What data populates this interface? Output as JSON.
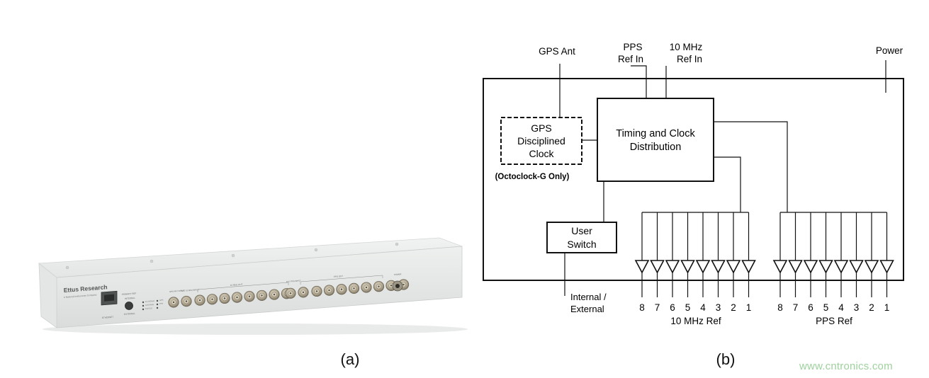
{
  "photo": {
    "caption": "(a)",
    "brand": "Ettus Research",
    "brand_sub": "A National Instruments Company",
    "label_ethernet": "ETHERNET",
    "label_primary_ref": "PRIMARY REF",
    "label_internal": "INTERNAL",
    "label_external": "EXTERNAL",
    "label_gps_ant": "GPS ANT INPUT",
    "label_ext_10mhz": "EXT 10 MHz INPUT",
    "label_10mhz_out": "10 MHz OUT",
    "label_ext_pps": "EXT PPS INPUT",
    "label_pps_out": "PPS OUT",
    "label_power": "POWER",
    "status_leds": [
      "EXTERNAL",
      "INTERNAL",
      "STATUS",
      "GPS",
      "PPS"
    ]
  },
  "diagram": {
    "caption": "(b)",
    "gps_ant": "GPS Ant",
    "pps_ref_in": [
      "PPS",
      "Ref In"
    ],
    "mhz_ref_in": [
      "10 MHz",
      "Ref In"
    ],
    "power": "Power",
    "gps_block": [
      "GPS",
      "Disciplined",
      "Clock"
    ],
    "gps_note": "(Octoclock-G Only)",
    "timing_block": [
      "Timing and Clock",
      "Distribution"
    ],
    "user_switch": [
      "User",
      "Switch"
    ],
    "internal_external": [
      "Internal /",
      "External"
    ],
    "channel_numbers": [
      "8",
      "7",
      "6",
      "5",
      "4",
      "3",
      "2",
      "1"
    ],
    "mhz_ref_label": "10 MHz Ref",
    "pps_ref_label": "PPS Ref"
  },
  "watermark": "www.cntronics.com"
}
